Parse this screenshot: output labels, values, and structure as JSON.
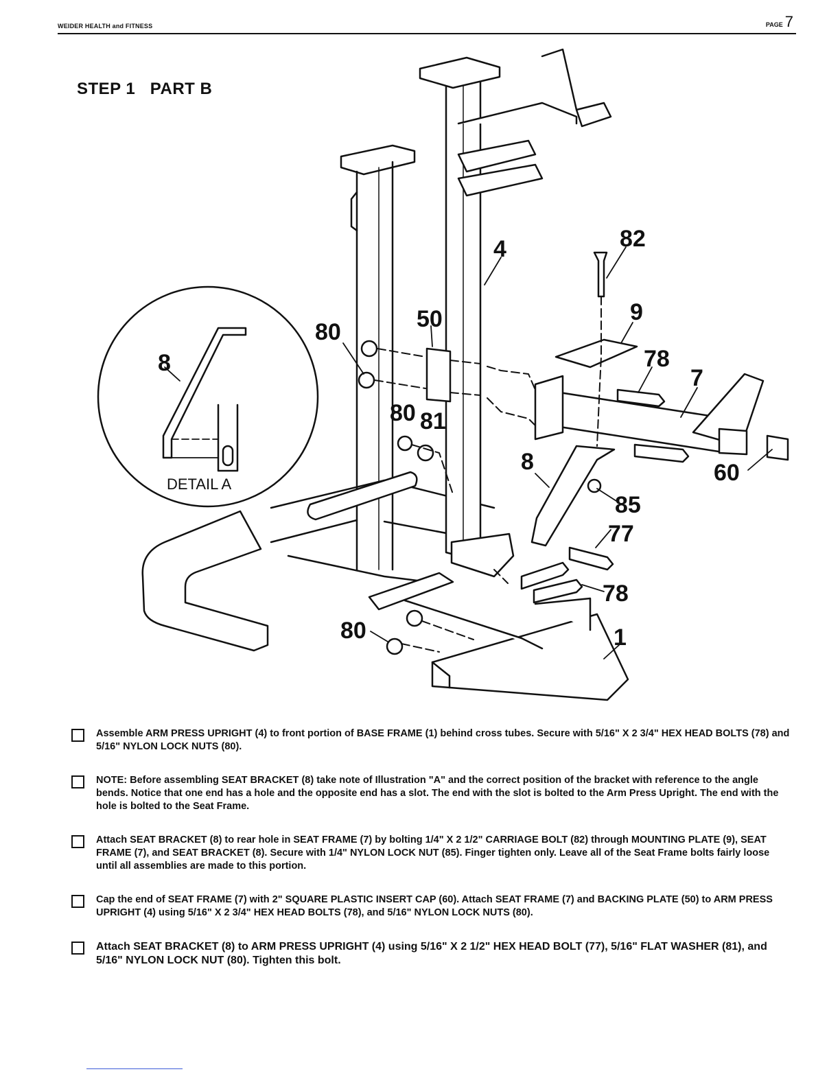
{
  "header": {
    "left": "WEIDER HEALTH and FITNESS",
    "page_label": "PAGE",
    "page_number": "7"
  },
  "step_title": "STEP 1   PART B",
  "diagram": {
    "callouts": {
      "c82": "82",
      "c4": "4",
      "c9": "9",
      "c50": "50",
      "c80a": "80",
      "c78a": "78",
      "c7": "7",
      "c80b": "80",
      "c81": "81",
      "c8": "8",
      "c60": "60",
      "c85": "85",
      "c77": "77",
      "c78b": "78",
      "c1": "1",
      "c80c": "80"
    },
    "detail": {
      "part": "8",
      "label": "DETAIL A"
    }
  },
  "instructions": [
    "Assemble ARM PRESS UPRIGHT (4) to front portion of BASE FRAME (1) behind cross tubes.  Secure with 5/16\" X 2 3/4\" HEX HEAD BOLTS (78) and 5/16\" NYLON LOCK NUTS (80).",
    "NOTE:  Before assembling SEAT BRACKET (8) take note of Illustration \"A\" and the correct position of the bracket with reference to the angle bends.  Notice that one end has a hole and the opposite end has a slot.  The end with the slot is bolted to the Arm Press Upright.  The end with the hole is bolted to the Seat Frame.",
    "Attach SEAT BRACKET (8) to rear hole in SEAT FRAME (7) by bolting 1/4\" X 2 1/2\" CARRIAGE BOLT (82) through MOUNTING PLATE (9), SEAT FRAME (7), and SEAT BRACKET (8).  Secure with 1/4\" NYLON LOCK NUT (85).  Finger tighten only.  Leave all of the Seat Frame bolts fairly loose until all assemblies are made to this portion.",
    "Cap the end of SEAT FRAME (7) with 2\" SQUARE PLASTIC INSERT CAP (60).  Attach SEAT FRAME (7) and BACKING PLATE (50) to ARM PRESS UPRIGHT (4) using 5/16\" X 2 3/4\" HEX HEAD BOLTS (78), and 5/16\" NYLON LOCK NUTS (80).",
    "Attach SEAT BRACKET (8) to ARM PRESS UPRIGHT (4) using 5/16\" X 2 1/2\" HEX HEAD BOLT (77), 5/16\" FLAT WASHER (81), and 5/16\" NYLON LOCK NUT (80).  Tighten this bolt."
  ]
}
